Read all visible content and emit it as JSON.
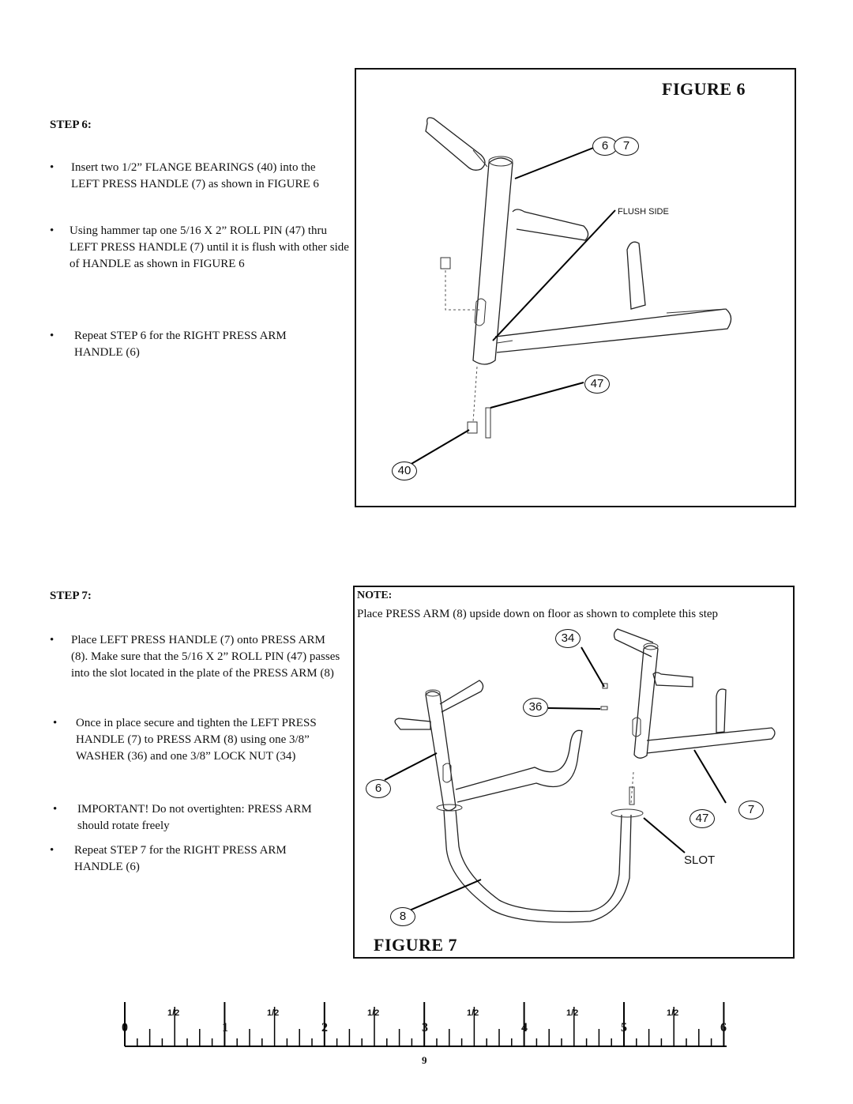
{
  "step6": {
    "title": "STEP 6:",
    "bullets": [
      "Insert two 1/2” FLANGE BEARINGS (40) into the LEFT PRESS HANDLE (7)  as shown in FIGURE 6",
      "Using hammer tap one 5/16 X 2” ROLL PIN (47) thru LEFT PRESS HANDLE (7) until it is flush with other side of HANDLE as shown in FIGURE 6",
      "Repeat STEP 6 for the RIGHT PRESS ARM HANDLE (6)"
    ]
  },
  "figure6": {
    "title": "FIGURE 6",
    "callouts": {
      "c6": "6",
      "c7": "7",
      "c47": "47",
      "c40": "40"
    },
    "flush_label": "FLUSH SIDE"
  },
  "step7": {
    "title": "STEP 7:",
    "bullets": [
      "Place  LEFT PRESS HANDLE (7) onto PRESS ARM (8). Make sure that the 5/16 X 2” ROLL PIN  (47) passes into the slot located in the plate of the PRESS ARM (8)",
      "Once in place secure and tighten the LEFT PRESS HANDLE (7) to PRESS ARM (8) using one 3/8” WASHER (36) and one 3/8” LOCK NUT (34)",
      "IMPORTANT!  Do not overtighten:  PRESS ARM should rotate freely",
      "Repeat STEP 7 for the RIGHT PRESS ARM HANDLE (6)"
    ]
  },
  "figure7": {
    "title": "FIGURE 7",
    "note_title": "NOTE:",
    "note_text": "Place PRESS ARM (8)  upside down on floor as shown to complete this step",
    "callouts": {
      "c34": "34",
      "c36": "36",
      "c6": "6",
      "c47": "47",
      "c7": "7",
      "c8": "8"
    },
    "slot_label": "SLOT"
  },
  "ruler": {
    "numbers": [
      "0",
      "1",
      "2",
      "3",
      "4",
      "5",
      "6"
    ],
    "half_label": "1/2"
  },
  "page_number": "9"
}
